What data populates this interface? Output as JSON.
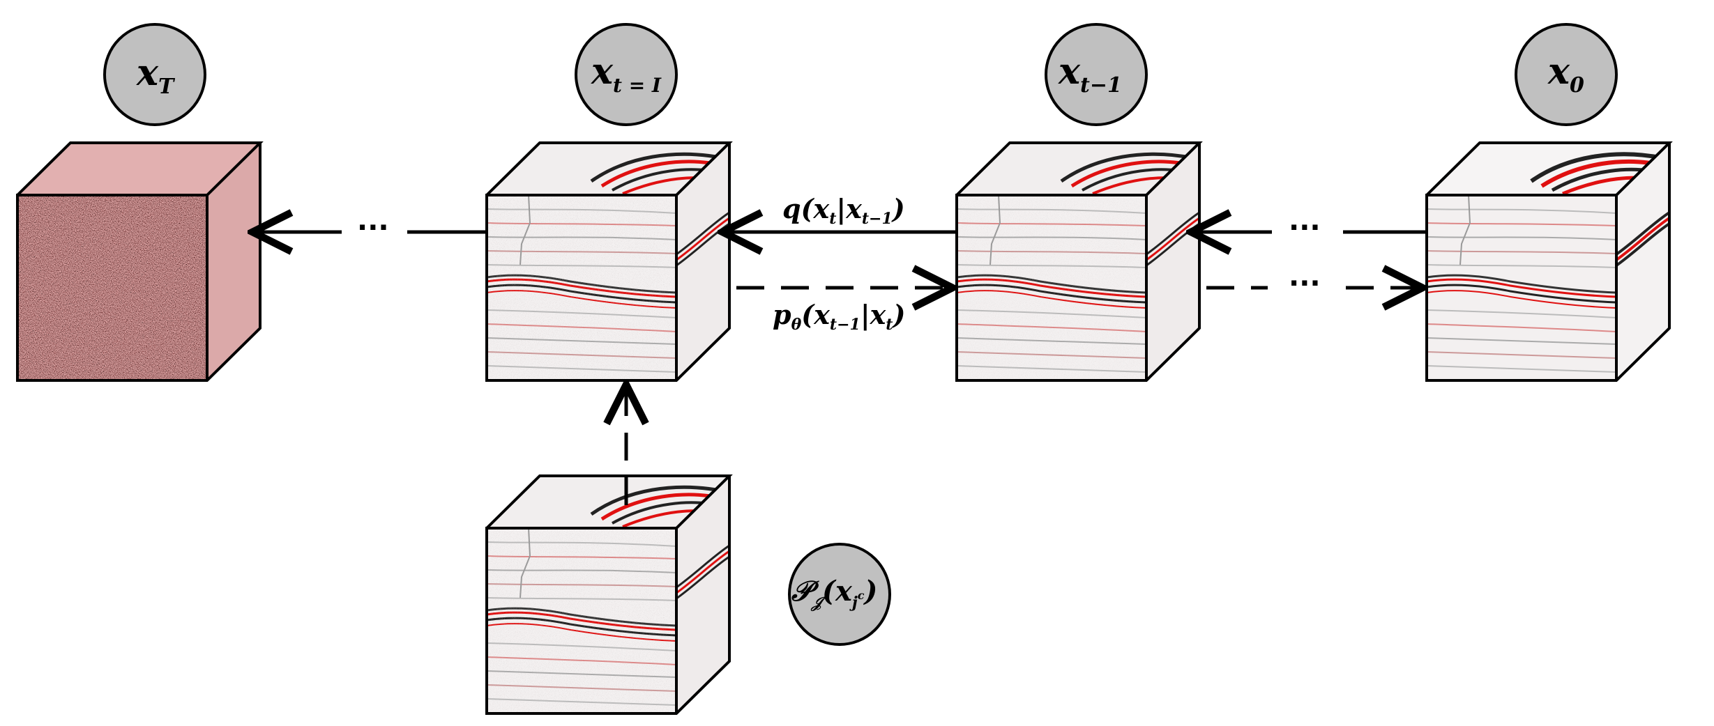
{
  "nodes": {
    "xT": {
      "label": "x",
      "sub": "T"
    },
    "xtI": {
      "label": "x",
      "sub": "t = I"
    },
    "xt1": {
      "label": "x",
      "sub": "t−1"
    },
    "x0": {
      "label": "x",
      "sub": "0"
    },
    "proj": {
      "label": "𝒫",
      "sub": "𝒥",
      "arg": "(x",
      "argsub": "j",
      "argsup": "c",
      "close": ")"
    }
  },
  "edges": {
    "forward": {
      "f": "q",
      "open": "(x",
      "s1": "t",
      "bar": "|x",
      "s2": "t−1",
      "close": ")"
    },
    "reverse": {
      "f": "p",
      "fsub": "θ",
      "open": "(x",
      "s1": "t−1",
      "bar": "|x",
      "s2": "t",
      "close": ")"
    }
  },
  "ellipsis": "···",
  "colors": {
    "seismic_red": "#e01010",
    "seismic_black": "#111111",
    "node_fill": "#c0c0c0",
    "noise_pink": "#e9b9b9"
  }
}
